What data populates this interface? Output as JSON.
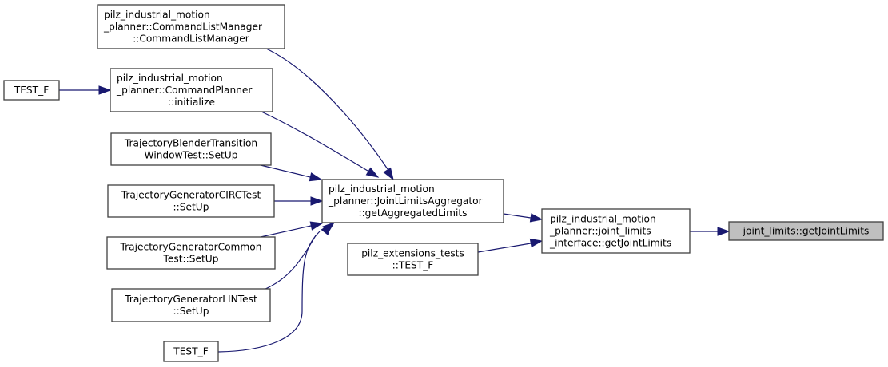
{
  "diagram": {
    "type": "call-graph",
    "edge_color": "#191970",
    "highlight_fill": "#bfbfbf",
    "nodes": [
      {
        "id": "target",
        "lines": [
          "joint_limits::getJointLimits"
        ],
        "highlight": true
      },
      {
        "id": "iface",
        "lines": [
          "pilz_industrial_motion",
          "_planner::joint_limits",
          "_interface::getJointLimits"
        ]
      },
      {
        "id": "agg",
        "lines": [
          "pilz_industrial_motion",
          "_planner::JointLimitsAggregator",
          "::getAggregatedLimits"
        ]
      },
      {
        "id": "ext",
        "lines": [
          "pilz_extensions_tests",
          "::TEST_F"
        ]
      },
      {
        "id": "clm",
        "lines": [
          "pilz_industrial_motion",
          "_planner::CommandListManager",
          "::CommandListManager"
        ]
      },
      {
        "id": "cp",
        "lines": [
          "pilz_industrial_motion",
          "_planner::CommandPlanner",
          "::initialize"
        ]
      },
      {
        "id": "tbt",
        "lines": [
          "TrajectoryBlenderTransition",
          "WindowTest::SetUp"
        ]
      },
      {
        "id": "circ",
        "lines": [
          "TrajectoryGeneratorCIRCTest",
          "::SetUp"
        ]
      },
      {
        "id": "common",
        "lines": [
          "TrajectoryGeneratorCommon",
          "Test::SetUp"
        ]
      },
      {
        "id": "lin",
        "lines": [
          "TrajectoryGeneratorLINTest",
          "::SetUp"
        ]
      },
      {
        "id": "testf1",
        "lines": [
          "TEST_F"
        ]
      },
      {
        "id": "testf2",
        "lines": [
          "TEST_F"
        ]
      }
    ],
    "edges": [
      {
        "from": "iface",
        "to": "target"
      },
      {
        "from": "agg",
        "to": "iface"
      },
      {
        "from": "ext",
        "to": "iface"
      },
      {
        "from": "clm",
        "to": "agg"
      },
      {
        "from": "cp",
        "to": "agg"
      },
      {
        "from": "tbt",
        "to": "agg"
      },
      {
        "from": "circ",
        "to": "agg"
      },
      {
        "from": "common",
        "to": "agg"
      },
      {
        "from": "lin",
        "to": "agg"
      },
      {
        "from": "testf2",
        "to": "agg"
      },
      {
        "from": "testf1",
        "to": "cp"
      }
    ]
  }
}
